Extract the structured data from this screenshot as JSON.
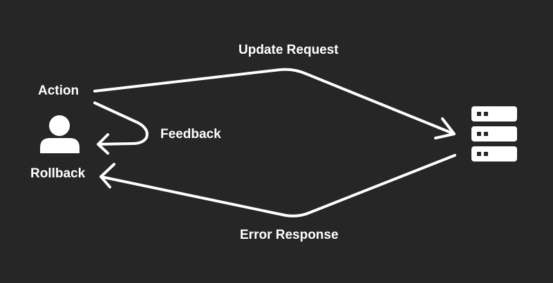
{
  "labels": {
    "action": "Action",
    "rollback": "Rollback",
    "feedback": "Feedback",
    "update_request": "Update Request",
    "error_response": "Error Response"
  },
  "icons": {
    "user": "user-icon",
    "server": "server-stack-icon"
  },
  "colors": {
    "background": "#262626",
    "foreground": "#ffffff"
  }
}
